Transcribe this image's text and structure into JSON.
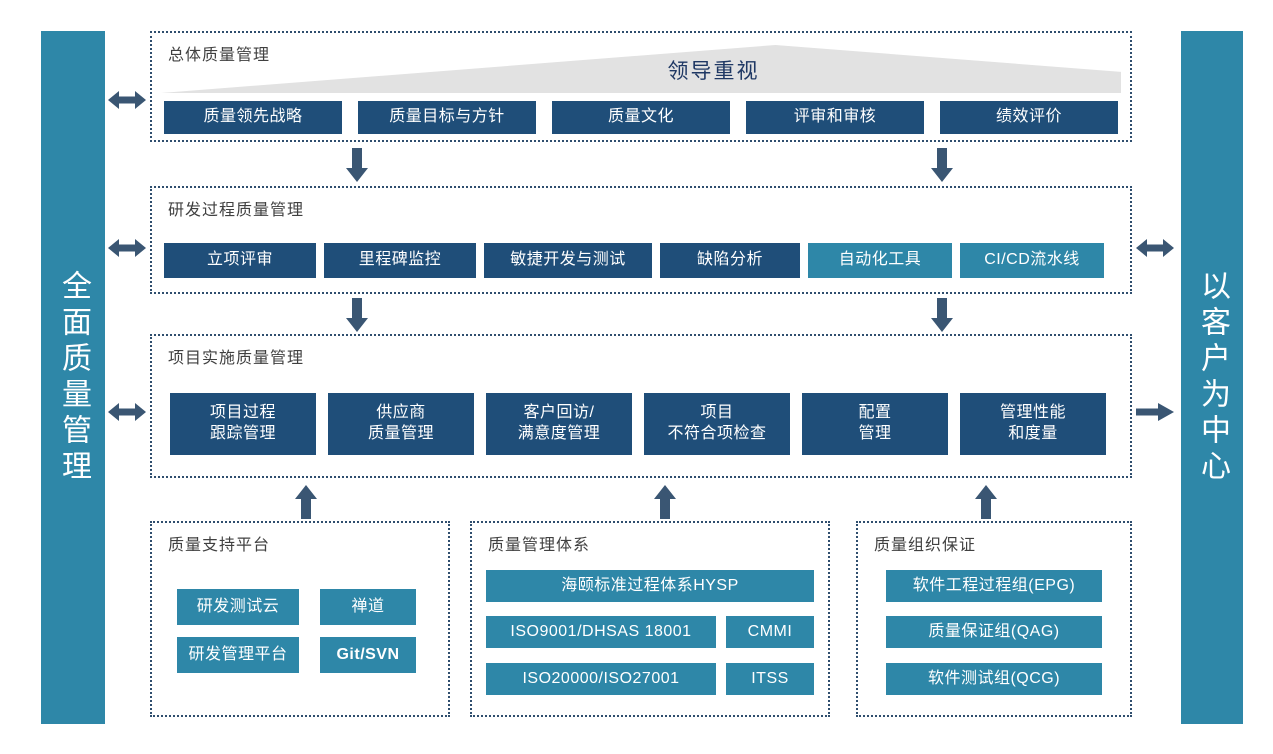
{
  "pillars": {
    "left": "全面质量管理",
    "right": "以客户为中心"
  },
  "colors": {
    "navy": "#1F4E79",
    "teal": "#2E87A8",
    "banner_gray": "#E2E2E2",
    "arrow_slate": "#3A5673",
    "panel_border": "#2F4E6E",
    "banner_text": "#1F3864",
    "title_text": "#404040"
  },
  "sections": {
    "overall": {
      "title": "总体质量管理",
      "banner_label": "领导重视",
      "tiles": [
        {
          "label": "质量领先战略",
          "color": "navy"
        },
        {
          "label": "质量目标与方针",
          "color": "navy"
        },
        {
          "label": "质量文化",
          "color": "navy"
        },
        {
          "label": "评审和审核",
          "color": "navy"
        },
        {
          "label": "绩效评价",
          "color": "navy"
        }
      ]
    },
    "rnd": {
      "title": "研发过程质量管理",
      "tiles": [
        {
          "label": "立项评审",
          "color": "navy"
        },
        {
          "label": "里程碑监控",
          "color": "navy"
        },
        {
          "label": "敏捷开发与测试",
          "color": "navy"
        },
        {
          "label": "缺陷分析",
          "color": "navy"
        },
        {
          "label": "自动化工具",
          "color": "teal"
        },
        {
          "label": "CI/CD流水线",
          "color": "teal"
        }
      ]
    },
    "project": {
      "title": "项目实施质量管理",
      "tiles": [
        {
          "label": "项目过程\n跟踪管理",
          "color": "navy"
        },
        {
          "label": "供应商\n质量管理",
          "color": "navy"
        },
        {
          "label": "客户回访/\n满意度管理",
          "color": "navy"
        },
        {
          "label": "项目\n不符合项检查",
          "color": "navy"
        },
        {
          "label": "配置\n管理",
          "color": "navy"
        },
        {
          "label": "管理性能\n和度量",
          "color": "navy"
        }
      ]
    },
    "support": {
      "title": "质量支持平台",
      "tiles": [
        {
          "label": "研发测试云",
          "color": "teal"
        },
        {
          "label": "禅道",
          "color": "teal"
        },
        {
          "label": "研发管理平台",
          "color": "teal"
        },
        {
          "label": "Git/SVN",
          "color": "teal"
        }
      ]
    },
    "system": {
      "title": "质量管理体系",
      "tiles": [
        {
          "label": "海颐标准过程体系HYSP",
          "color": "teal"
        },
        {
          "label": "ISO9001/DHSAS 18001",
          "color": "teal"
        },
        {
          "label": "CMMI",
          "color": "teal"
        },
        {
          "label": "ISO20000/ISO27001",
          "color": "teal"
        },
        {
          "label": "ITSS",
          "color": "teal"
        }
      ]
    },
    "org": {
      "title": "质量组织保证",
      "tiles": [
        {
          "label": "软件工程过程组(EPG)",
          "color": "teal"
        },
        {
          "label": "质量保证组(QAG)",
          "color": "teal"
        },
        {
          "label": "软件测试组(QCG)",
          "color": "teal"
        }
      ]
    }
  },
  "arrows": {
    "left_double_1": "double-arrow-horizontal",
    "left_double_2": "double-arrow-horizontal",
    "left_double_3": "double-arrow-horizontal",
    "right_double_1": "double-arrow-horizontal",
    "right_single": "arrow-right",
    "down_1a": "arrow-down",
    "down_1b": "arrow-down",
    "down_2a": "arrow-down",
    "down_2b": "arrow-down",
    "up_1": "arrow-up",
    "up_2": "arrow-up",
    "up_3": "arrow-up"
  }
}
